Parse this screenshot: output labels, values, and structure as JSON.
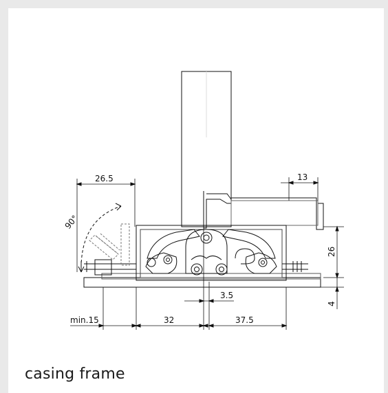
{
  "drawing": {
    "dimensions": {
      "top_left": "26.5",
      "top_right": "13",
      "angle": "90°",
      "right_height": "26",
      "right_bottom": "4",
      "gap": "3.5",
      "bottom_left": "min.15",
      "bottom_mid": "32",
      "bottom_right": "37.5"
    }
  },
  "caption": "casing frame"
}
